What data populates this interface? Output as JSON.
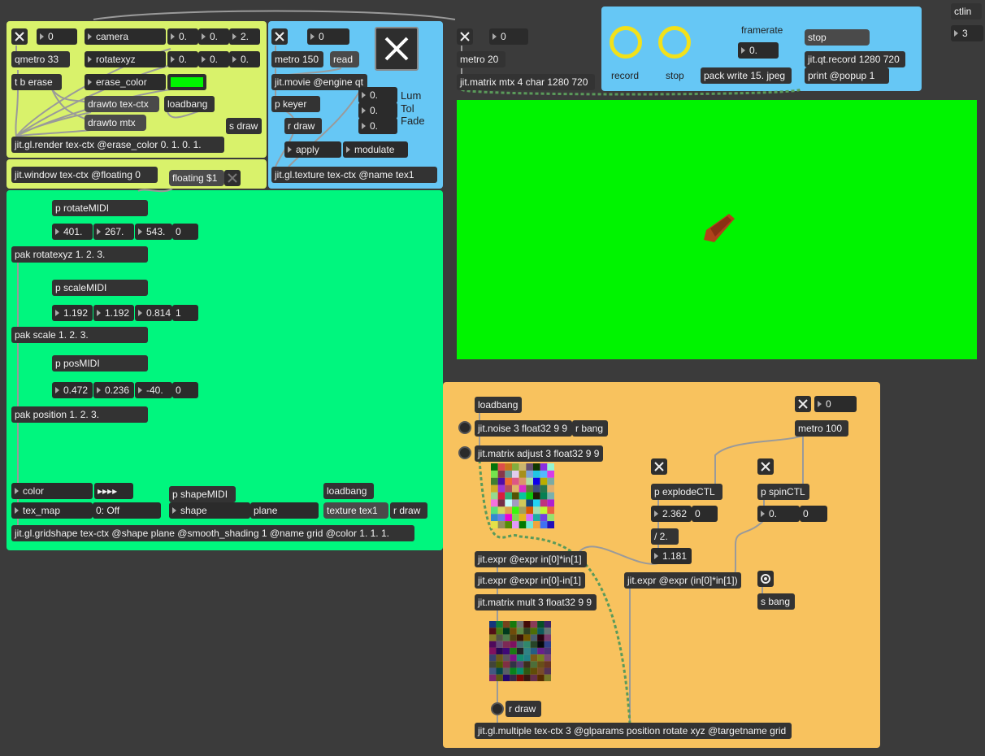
{
  "render_panel": {
    "qmetro": "qmetro 33",
    "tb": "t b erase",
    "camera_label": "camera",
    "camera": [
      "0.",
      "0.",
      "2."
    ],
    "rotate_label": "rotatexyz",
    "rotate": [
      "0.",
      "0.",
      "0."
    ],
    "erase_label": "erase_color",
    "drawto_tex": "drawto tex-ctx",
    "loadbang": "loadbang",
    "drawto_mtx": "drawto mtx",
    "sdraw": "s draw",
    "render": "jit.gl.render tex-ctx @erase_color 0. 1. 0. 1.",
    "toggle_num": "0",
    "window": "jit.window tex-ctx @floating 0",
    "floating": "floating $1"
  },
  "movie_panel": {
    "toggle_num": "0",
    "metro": "metro 150",
    "read": "read",
    "movie": "jit.movie @engine qt",
    "keyer": "p keyer",
    "keyer_vals": [
      "0.",
      "0.",
      "0."
    ],
    "keyer_labels": [
      "Lum",
      "Tol",
      "Fade"
    ],
    "rdraw": "r draw",
    "apply": "apply",
    "modulate": "modulate",
    "texture": "jit.gl.texture tex-ctx @name tex1"
  },
  "matrix_top": {
    "toggle_num": "0",
    "metro": "metro 20",
    "matrix": "jit.matrix mtx 4 char 1280 720"
  },
  "record_panel": {
    "record": "record",
    "stop_label": "stop",
    "framerate_label": "framerate",
    "framerate": "0.",
    "pack": "pack write 15. jpeg",
    "stop_msg": "stop",
    "qtrecord": "jit.qt.record 1280 720",
    "print": "print @popup 1"
  },
  "ctlin": {
    "label": "ctlin",
    "value": "3"
  },
  "shape_panel": {
    "rotate_midi": "p rotateMIDI",
    "rotate_vals": [
      "401.",
      "267.",
      "543.",
      "0"
    ],
    "pak_rotate": "pak rotatexyz 1. 2. 3.",
    "scale_midi": "p scaleMIDI",
    "scale_vals": [
      "1.192",
      "1.192",
      "0.814",
      "1"
    ],
    "pak_scale": "pak scale 1. 2. 3.",
    "pos_midi": "p posMIDI",
    "pos_vals": [
      "0.472",
      "0.236",
      "-40.",
      "0"
    ],
    "pak_pos": "pak position 1. 2. 3.",
    "color": "color",
    "tex_map": "tex_map",
    "tex_map_val": "0: Off",
    "shape_midi": "p shapeMIDI",
    "shape": "shape",
    "shape_val": "plane",
    "loadbang": "loadbang",
    "texture_msg": "texture tex1",
    "rdraw": "r draw",
    "gridshape": "jit.gl.gridshape tex-ctx @shape plane @smooth_shading 1 @name grid @color 1. 1. 1."
  },
  "multiple_panel": {
    "loadbang": "loadbang",
    "noise": "jit.noise 3 float32 9 9",
    "rbang": "r bang",
    "toggle_num": "0",
    "metro": "metro 100",
    "adjust": "jit.matrix adjust 3 float32 9 9",
    "explode": "p explodeCTL",
    "explode_vals": [
      "2.362",
      "0"
    ],
    "div": "/ 2.",
    "half": "1.181",
    "spin": "p spinCTL",
    "spin_vals": [
      "0.",
      "0"
    ],
    "expr1": "jit.expr @expr in[0]*in[1]",
    "expr2": "jit.expr @expr in[0]-in[1]",
    "expr3": "jit.expr @expr (in[0]*in[1])",
    "sbang": "s bang",
    "mult": "jit.matrix mult 3 float32 9 9",
    "rdraw": "r draw",
    "multiple": "jit.gl.multiple tex-ctx 3 @glparams position rotate xyz @targetname grid"
  },
  "colors": {
    "yellow_panel": "#d9f26b",
    "blue_panel": "#66c7f5",
    "green_panel": "#00f67e",
    "orange_panel": "#f8c25e",
    "preview_green": "#00f400",
    "ring_yellow": "#f2e11a"
  }
}
